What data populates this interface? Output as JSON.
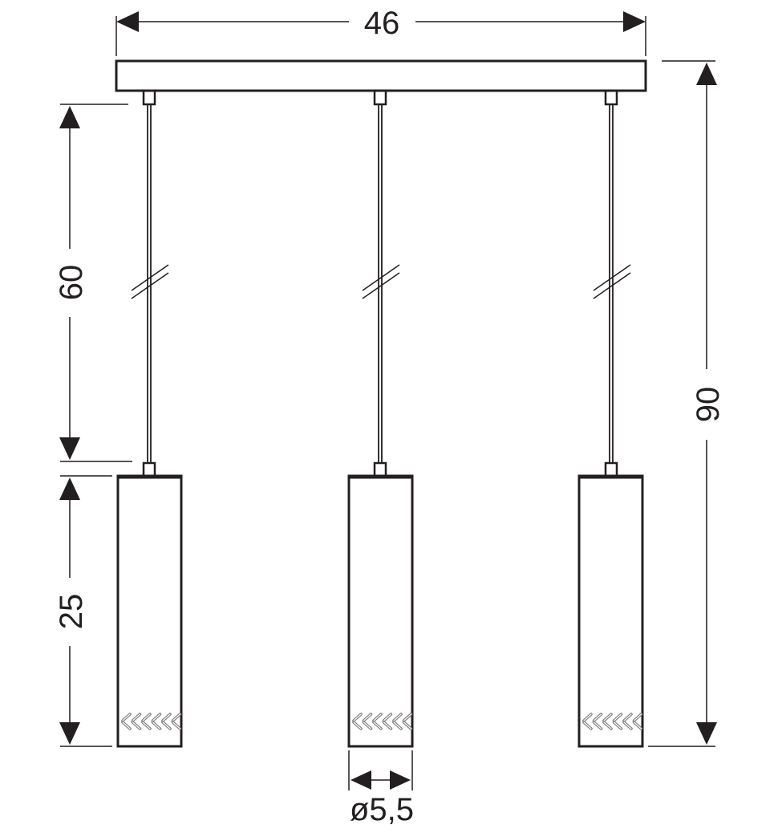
{
  "dimensions": {
    "width": "46",
    "cord_length": "60",
    "total_height": "90",
    "shade_height": "25",
    "shade_diameter": "ø5,5"
  },
  "colors": {
    "line": "#231f20",
    "background": "#ffffff"
  }
}
